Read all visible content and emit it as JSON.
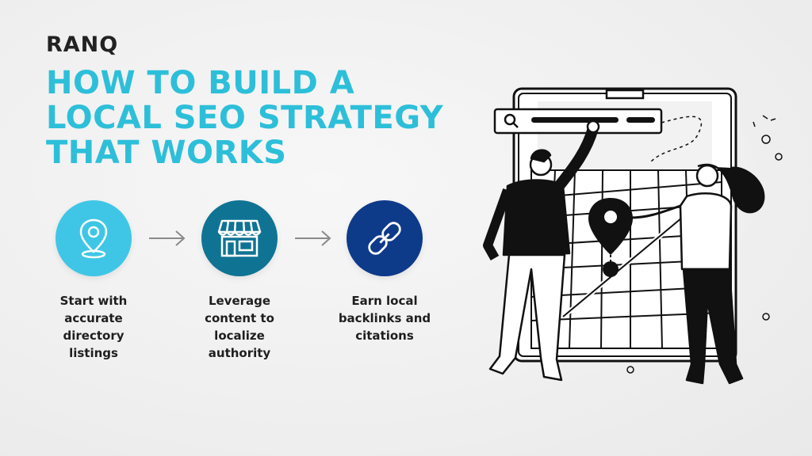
{
  "brand": {
    "logo": "RANQ"
  },
  "headline": {
    "lines": [
      "HOW TO BUILD A",
      "LOCAL SEO STRATEGY",
      "THAT WORKS"
    ]
  },
  "steps": [
    {
      "icon": "location-pin-icon",
      "color": "#3fc6e6",
      "text": [
        "Start with",
        "accurate",
        "directory",
        "listings"
      ]
    },
    {
      "icon": "storefront-icon",
      "color": "#0f7394",
      "text": [
        "Leverage",
        "content to",
        "localize",
        "authority"
      ]
    },
    {
      "icon": "link-icon",
      "color": "#0e3a8a",
      "text": [
        "Earn local",
        "backlinks and",
        "citations"
      ]
    }
  ],
  "colors": {
    "accent": "#2dbfd9",
    "text": "#1e1e1e"
  },
  "illustration": {
    "icons": [
      "search-icon",
      "map-pin-icon"
    ]
  }
}
